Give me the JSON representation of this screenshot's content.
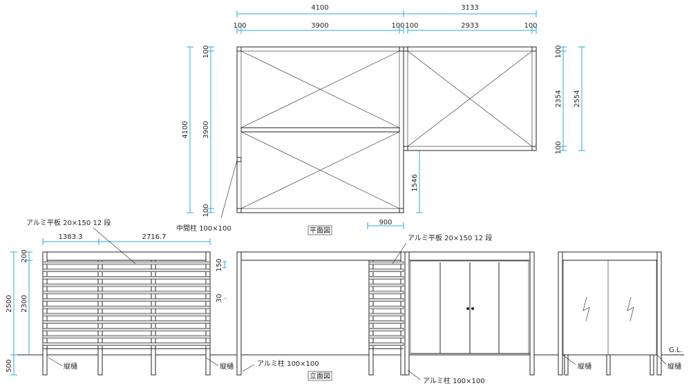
{
  "plan": {
    "title": "平面図",
    "dims_top_total": [
      "4100",
      "3133"
    ],
    "dims_top_detail": [
      "100",
      "3900",
      "100",
      "100",
      "2933",
      "100"
    ],
    "dims_left_total": "4100",
    "dims_left_detail": [
      "100",
      "3900",
      "100"
    ],
    "dims_right_detail": [
      "100",
      "2354",
      "100"
    ],
    "dims_right_total": "2554",
    "dim_offset": "1546",
    "dim_bottom": "900",
    "label_mid_post": "中間柱 100×100"
  },
  "elevation": {
    "title": "立面図",
    "dims_top": [
      "1383.3",
      "2716.7"
    ],
    "dims_left_total": "2500",
    "dims_left_detail": [
      "200",
      "2300"
    ],
    "dim_below": "500",
    "dim_slat_pitch": "150",
    "dim_slat_gap": "30",
    "label_slats": "アルミ平板 20×150 12 段",
    "label_slats_2": "アルミ平板 20×150 12 段",
    "label_downpipe": "縦樋",
    "label_post": "アルミ柱 100×100",
    "label_post_2": "アルミ柱 100×100",
    "label_gl": "G.L."
  }
}
